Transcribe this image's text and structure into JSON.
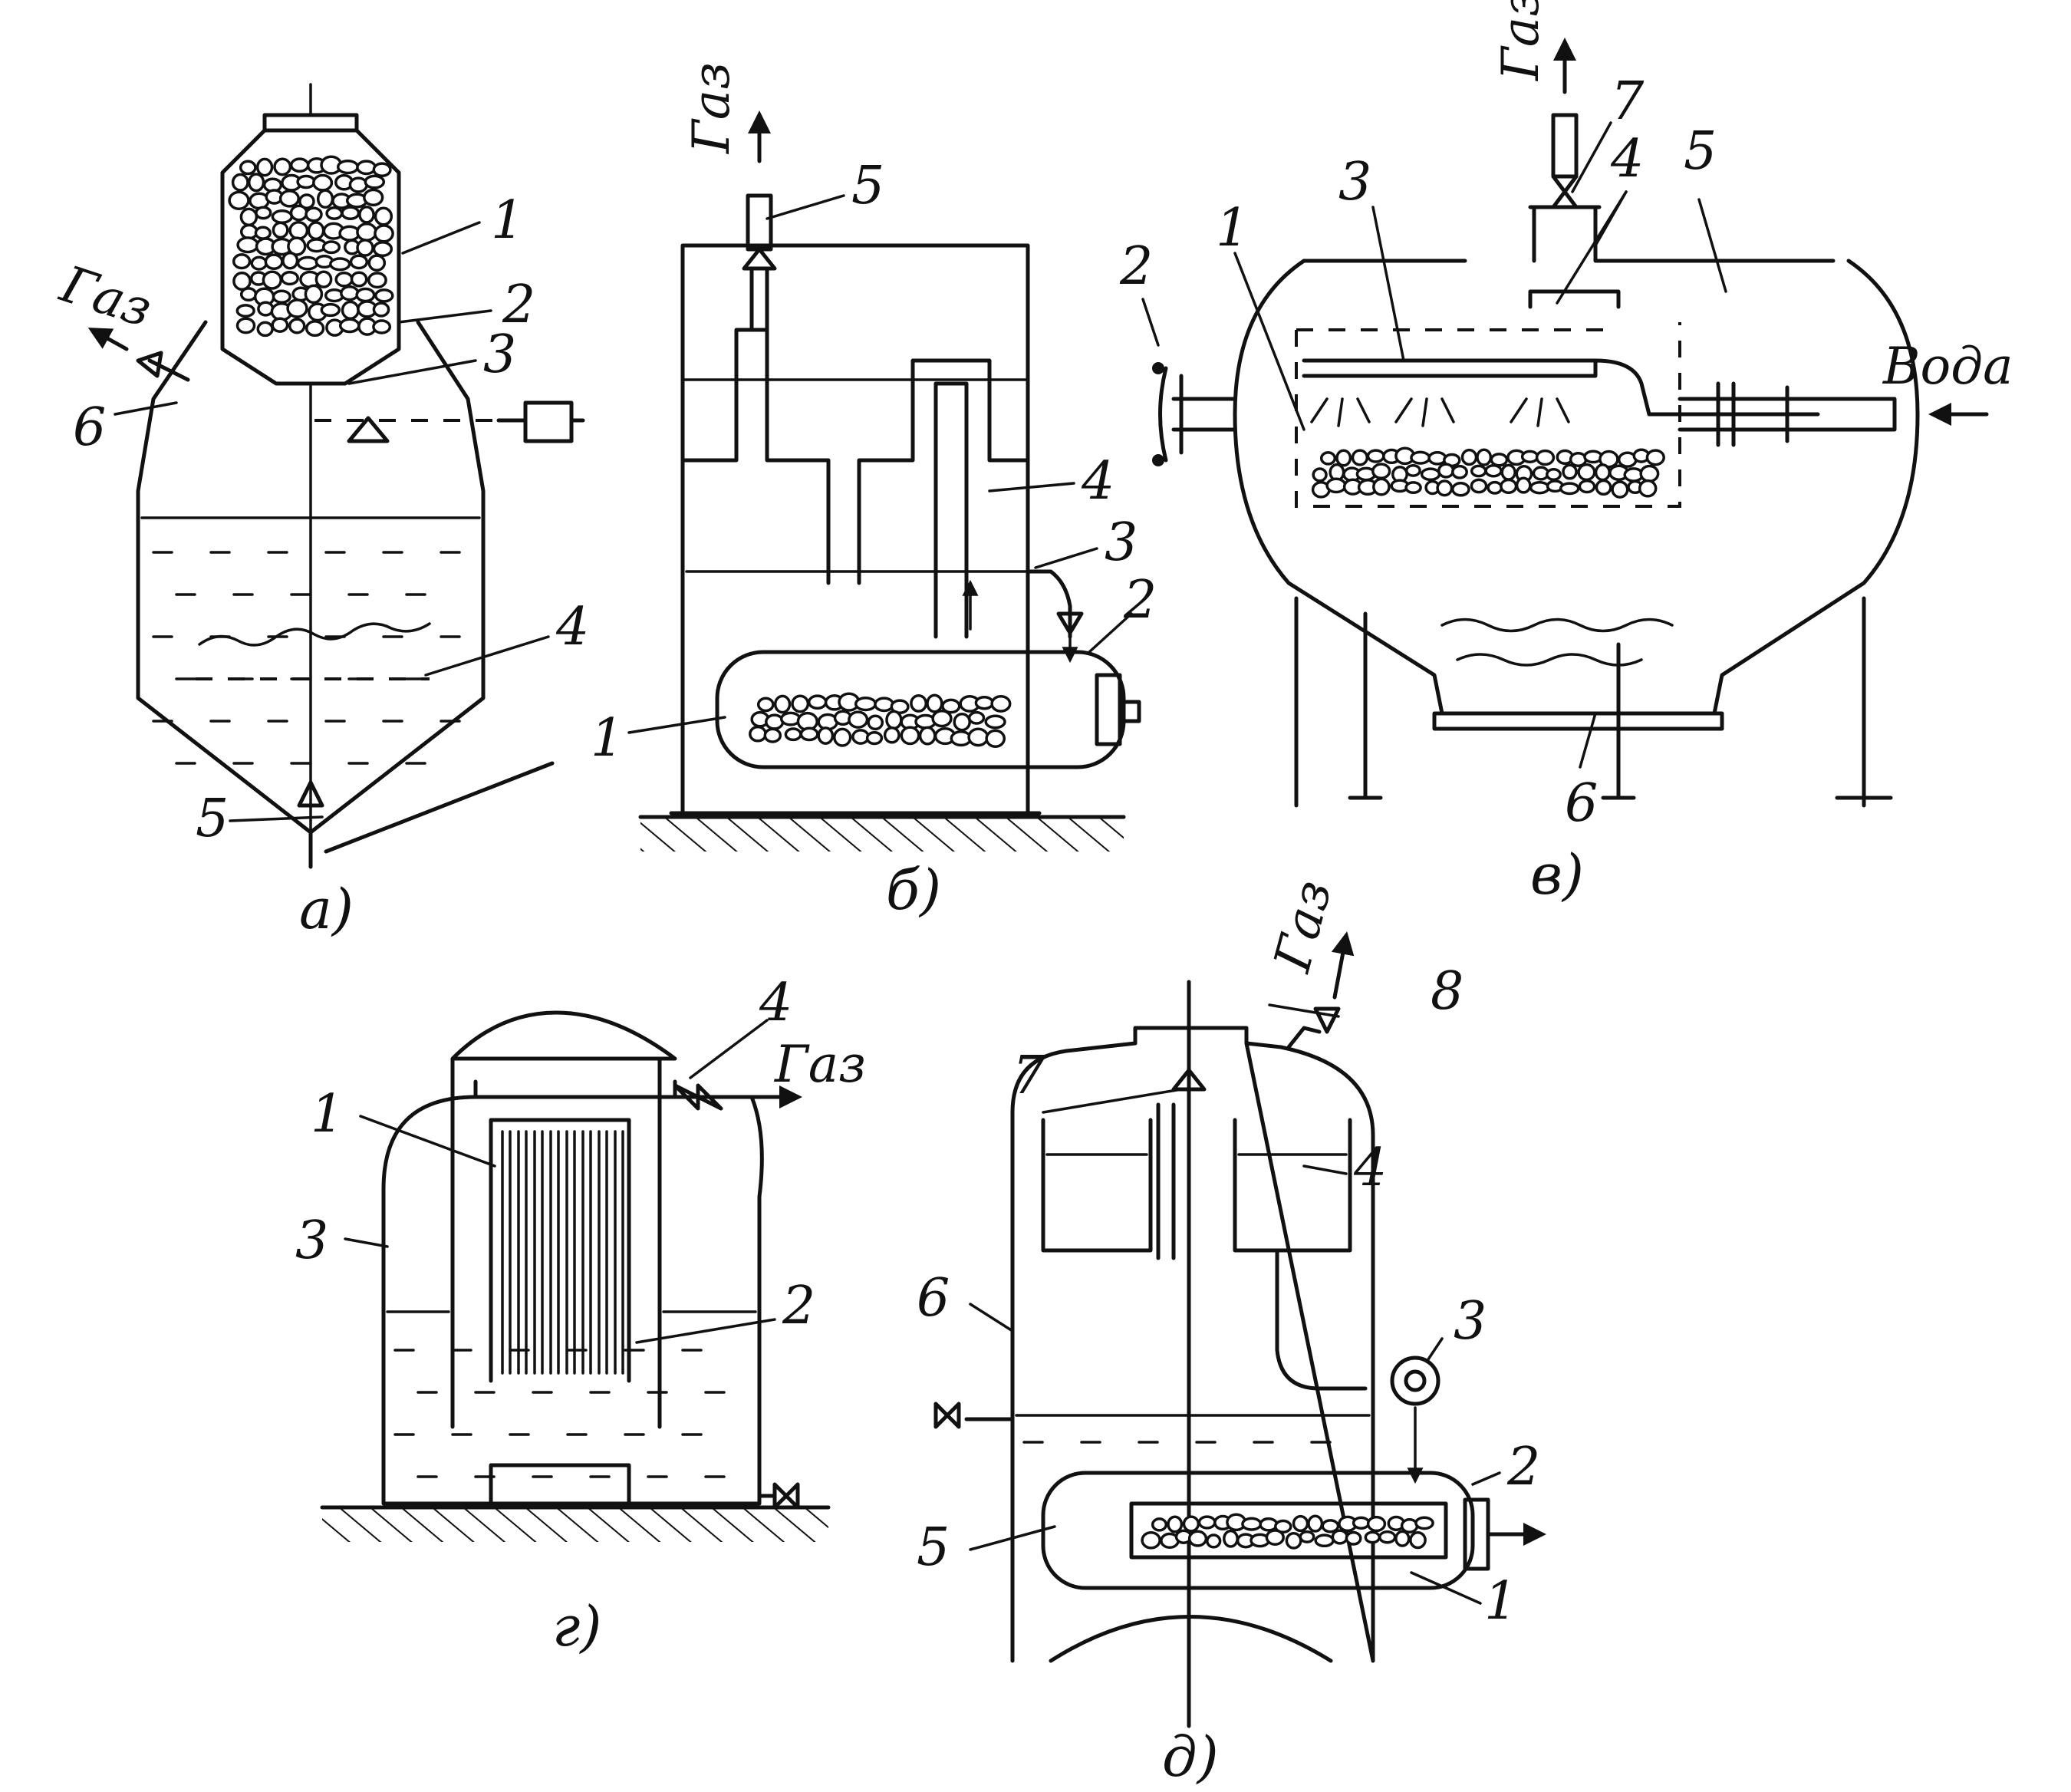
{
  "words": {
    "gas": "Газ",
    "water": "Вода"
  },
  "panels": {
    "a": {
      "caption": "а)",
      "labels": {
        "n1": "1",
        "n2": "2",
        "n3": "3",
        "n4": "4",
        "n5": "5",
        "n6": "6"
      }
    },
    "b": {
      "caption": "б)",
      "labels": {
        "n1": "1",
        "n2": "2",
        "n3": "3",
        "n4": "4",
        "n5": "5"
      }
    },
    "v": {
      "caption": "в)",
      "labels": {
        "n1": "1",
        "n2": "2",
        "n3": "3",
        "n4": "4",
        "n5": "5",
        "n6": "6",
        "n7": "7"
      }
    },
    "g": {
      "caption": "г)",
      "labels": {
        "n1": "1",
        "n2": "2",
        "n3": "3",
        "n4": "4"
      }
    },
    "d": {
      "caption": "д)",
      "labels": {
        "n1": "1",
        "n2": "2",
        "n3": "3",
        "n4": "4",
        "n5": "5",
        "n6": "6",
        "n7": "7",
        "n8": "8"
      }
    }
  },
  "icons": [
    "valve-icon",
    "arrow-icon",
    "ground-hatch-icon",
    "pump-icon",
    "motor-icon"
  ]
}
